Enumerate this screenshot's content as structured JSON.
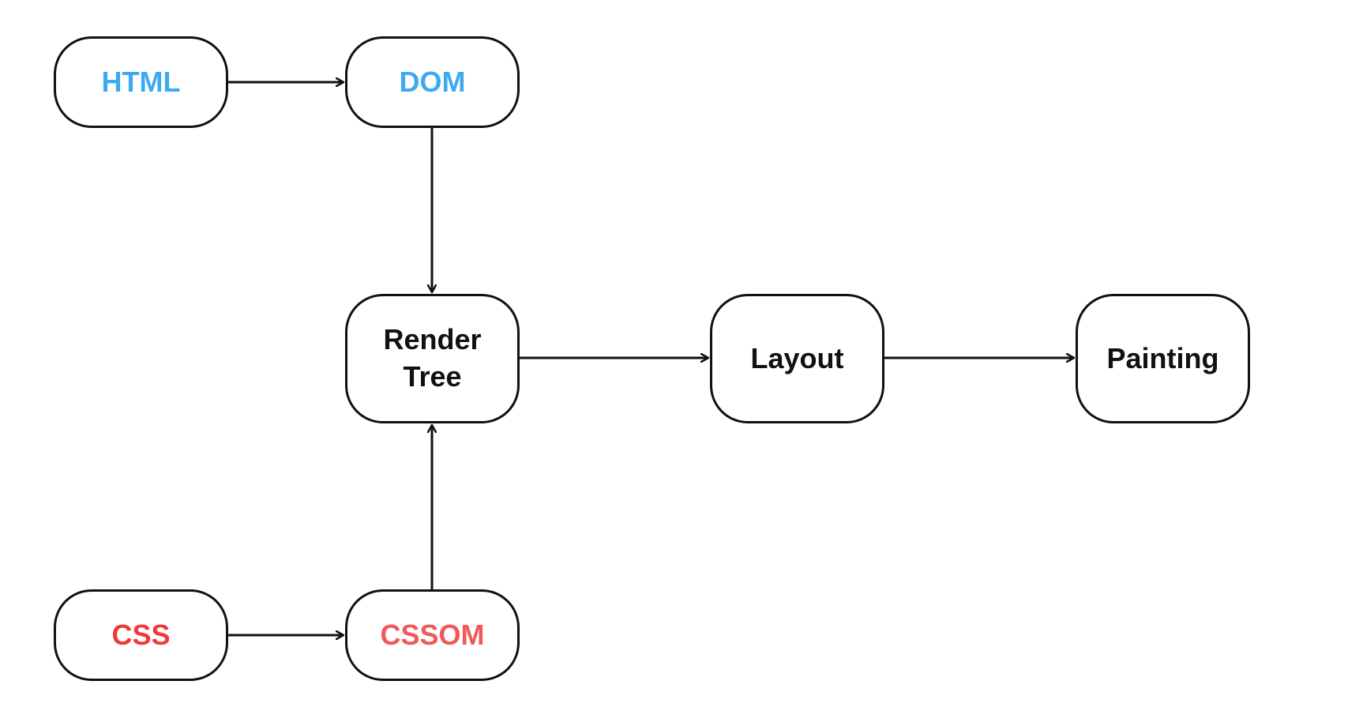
{
  "nodes": {
    "html": {
      "label": "HTML",
      "color": "#3BAAF0"
    },
    "dom": {
      "label": "DOM",
      "color": "#3BAAF0"
    },
    "render_tree": {
      "label": "Render\nTree",
      "color": "#111111"
    },
    "layout": {
      "label": "Layout",
      "color": "#111111"
    },
    "painting": {
      "label": "Painting",
      "color": "#111111"
    },
    "css": {
      "label": "CSS",
      "color": "#EF3A3A"
    },
    "cssom": {
      "label": "CSSOM",
      "color": "#F05A5A"
    }
  },
  "edges": [
    {
      "from": "html",
      "to": "dom"
    },
    {
      "from": "dom",
      "to": "render_tree"
    },
    {
      "from": "css",
      "to": "cssom"
    },
    {
      "from": "cssom",
      "to": "render_tree"
    },
    {
      "from": "render_tree",
      "to": "layout"
    },
    {
      "from": "layout",
      "to": "painting"
    }
  ]
}
